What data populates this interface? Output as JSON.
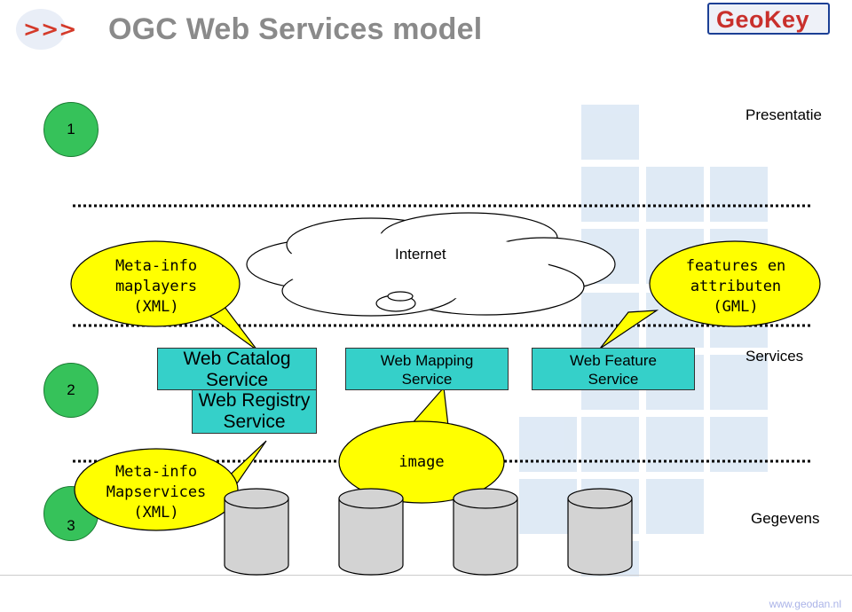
{
  "header": {
    "logo_icon": "arrows-logo-icon",
    "title": "OGC Web Services model",
    "brand": "GeoKey"
  },
  "layers": {
    "one": "1",
    "two": "2",
    "three": "3",
    "presentation_label": "Presentatie",
    "services_label": "Services",
    "data_label": "Gegevens"
  },
  "cloud": {
    "label": "Internet"
  },
  "callouts": {
    "meta_maplayers": [
      "Meta-info",
      "maplayers",
      "(XML)"
    ],
    "features": [
      "features en",
      "attributen",
      "(GML)"
    ],
    "meta_mapservices": [
      "Meta-info",
      "Mapservices",
      "(XML)"
    ],
    "image": "image"
  },
  "services": {
    "catalog": [
      "Web Catalog",
      "Service"
    ],
    "registry": [
      "Web Registry",
      "Service"
    ],
    "mapping": [
      "Web Mapping",
      "Service"
    ],
    "feature": [
      "Web Feature",
      "Service"
    ]
  },
  "colors": {
    "circle": "#36c25a",
    "service": "#35d0c9",
    "callout": "#ffff00",
    "title": "#8a8a8a"
  },
  "footer": "www.geodan.nl"
}
